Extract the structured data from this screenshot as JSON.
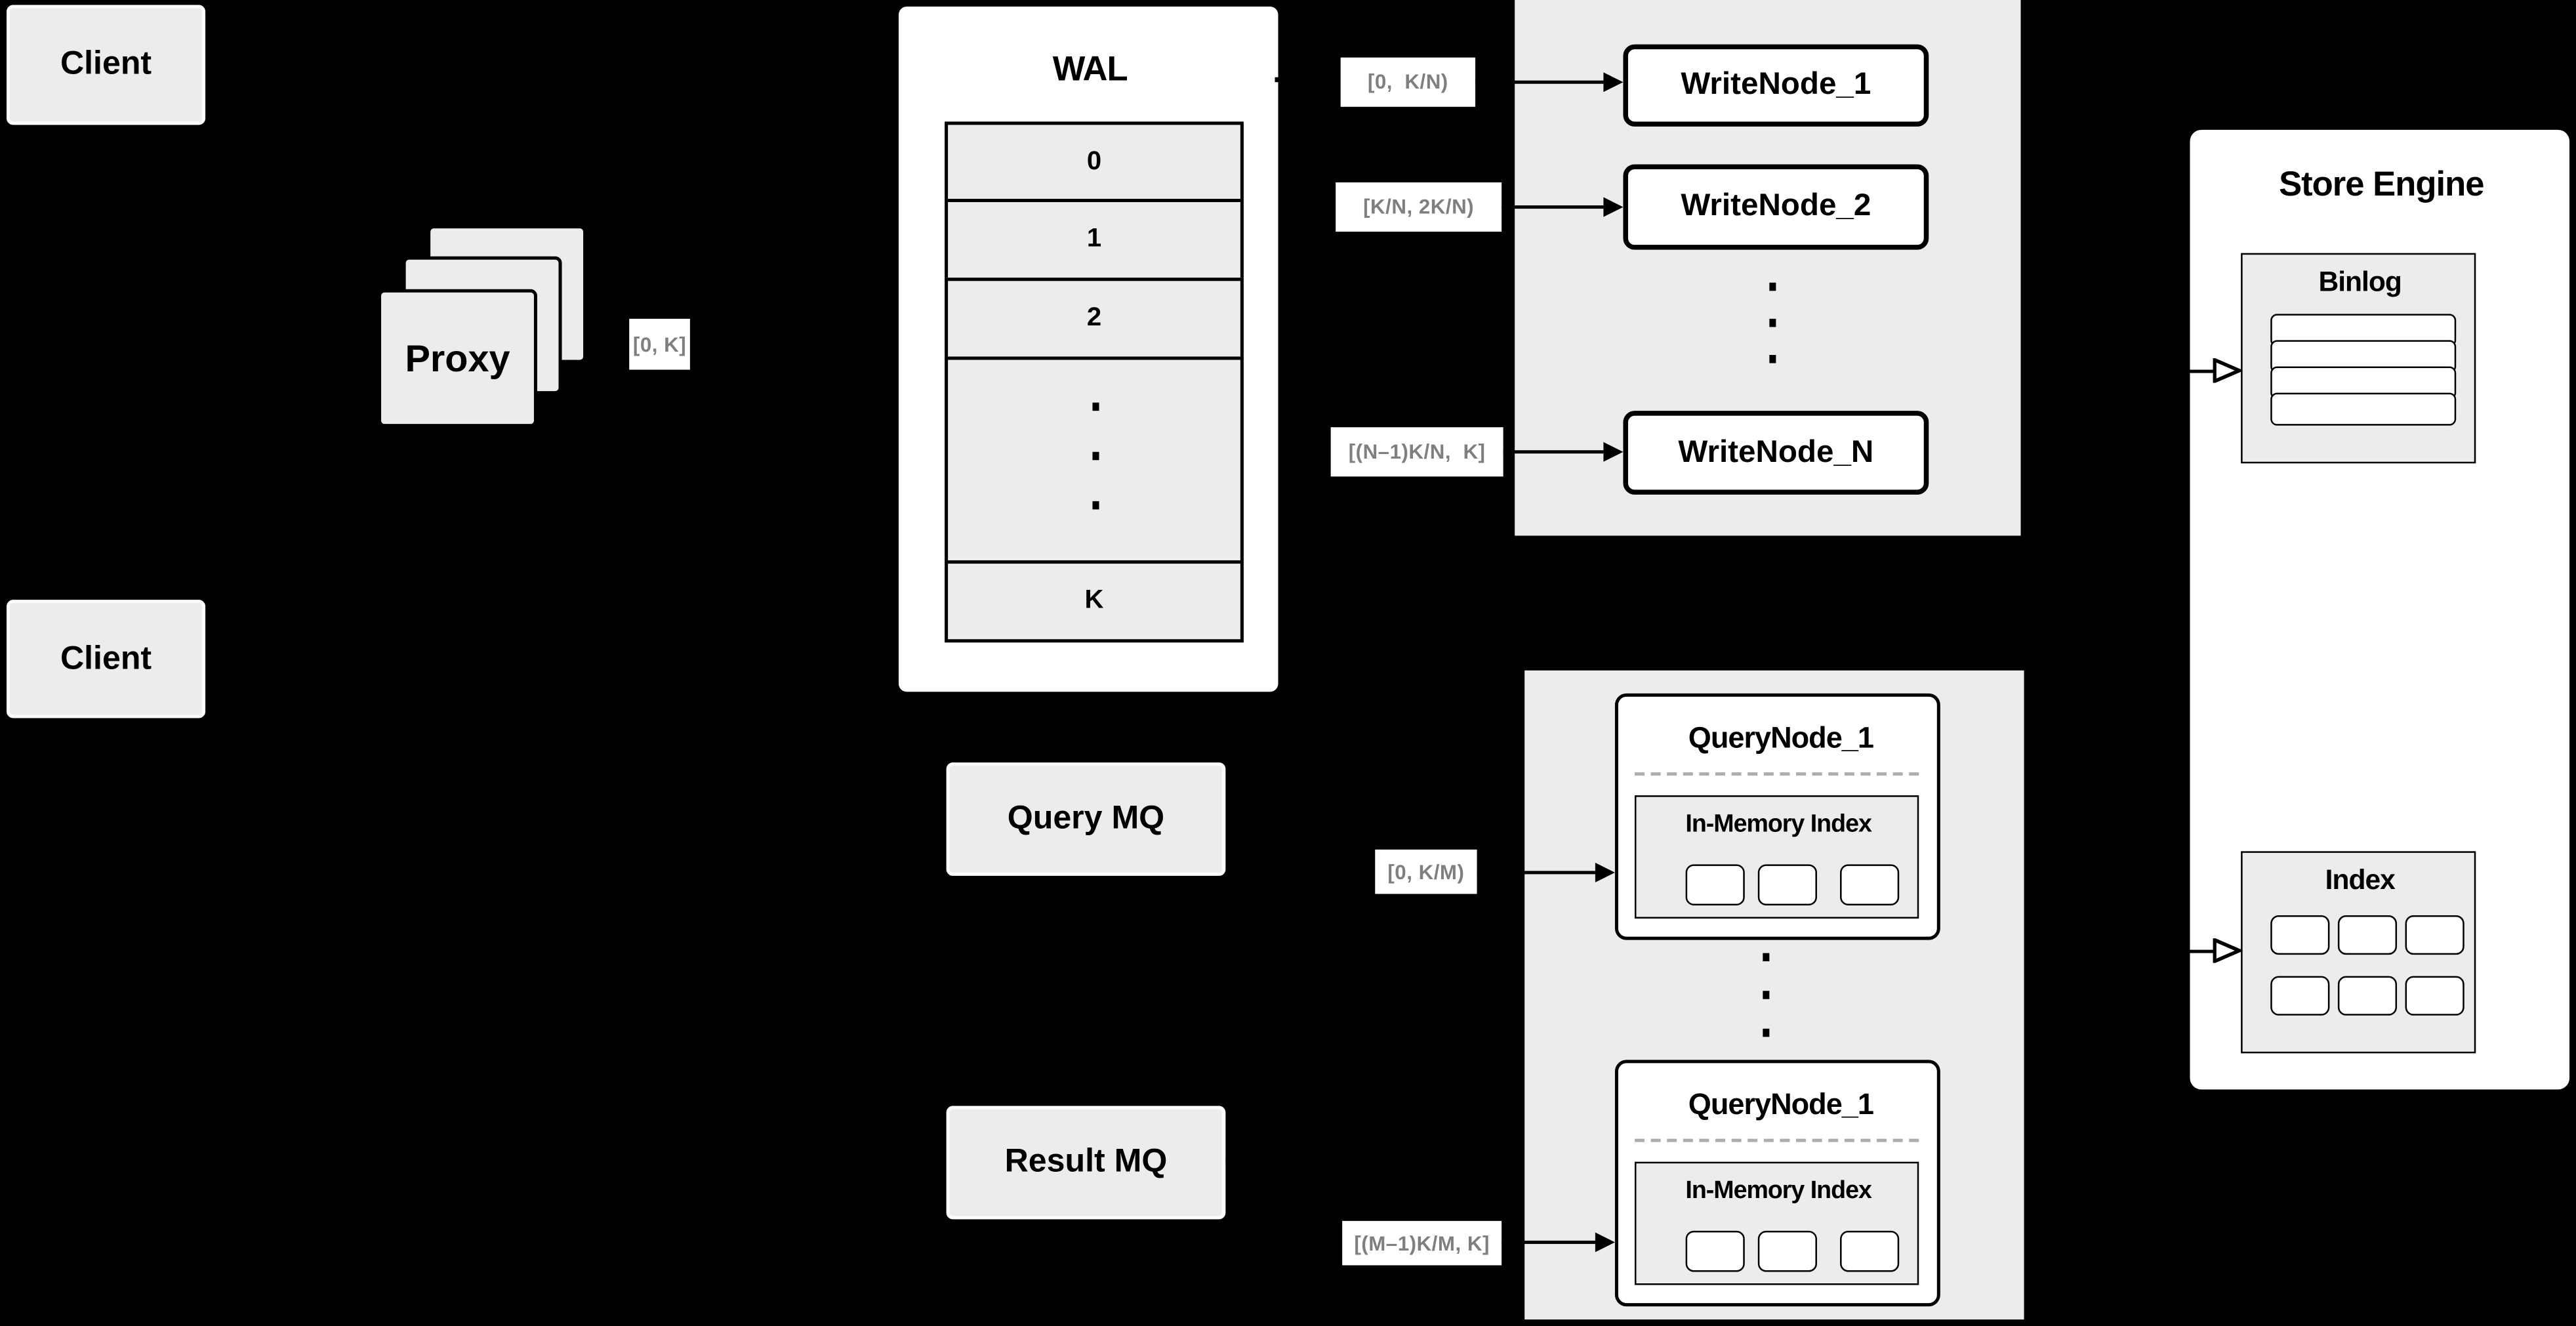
{
  "colors": {
    "background": "#000000",
    "panel_fill": "#ececec",
    "node_fill": "#ffffff",
    "stroke": "#000000",
    "range_label_text": "#7f7f7f"
  },
  "clients": {
    "top": "Client",
    "bottom": "Client"
  },
  "proxy": {
    "label": "Proxy"
  },
  "edge_labels": {
    "proxy_out": "[0, K]",
    "write_1": "[0,  K/N)",
    "write_2": "[K/N, 2K/N)",
    "write_n": "[(N–1)K/N,  K]",
    "query_1": "[0, K/M)",
    "query_m": "[(M–1)K/M, K]"
  },
  "wal": {
    "title": "WAL",
    "rows": [
      "0",
      "1",
      "2",
      "K"
    ]
  },
  "write_group": {
    "nodes": [
      "WriteNode_1",
      "WriteNode_2",
      "WriteNode_N"
    ]
  },
  "store_engine": {
    "title": "Store Engine",
    "binlog": {
      "title": "Binlog",
      "row_count": 4
    },
    "index": {
      "title": "Index",
      "cell_count": 6
    }
  },
  "mq": {
    "query": "Query MQ",
    "result": "Result MQ"
  },
  "query_group": {
    "nodes": [
      {
        "title": "QueryNode_1",
        "inner": "In-Memory Index"
      },
      {
        "title": "QueryNode_1",
        "inner": "In-Memory Index"
      }
    ]
  }
}
